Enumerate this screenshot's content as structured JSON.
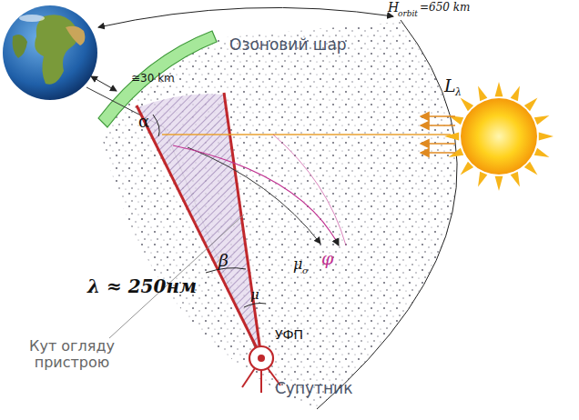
{
  "diagram": {
    "labels": [
      "H",
      "orbit",
      "=650 km",
      "Озоновий шар",
      "≅30 km",
      "L",
      "λ",
      "α",
      "β",
      "μ",
      "o",
      "μ",
      "φ",
      "λ ≈ 250нм",
      "УФП",
      "Кут огляду пристрою",
      "Супутник"
    ]
  }
}
